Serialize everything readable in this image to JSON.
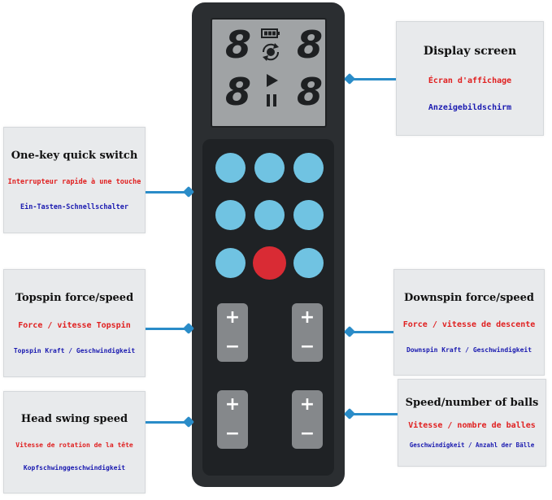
{
  "labels": {
    "display": {
      "title": "Display screen",
      "fr": "Écran d'affichage",
      "de": "Anzeigebildschirm"
    },
    "one_key": {
      "title": "One-key quick switch",
      "fr": "Interrupteur rapide à une touche",
      "de": "Ein-Tasten-Schnellschalter"
    },
    "topspin": {
      "title": "Topspin force/speed",
      "fr": "Force / vitesse Topspin",
      "de": "Topspin Kraft / Geschwindigkeit"
    },
    "downspin": {
      "title": "Downspin force/speed",
      "fr": "Force / vitesse de descente",
      "de": "Downspin Kraft / Geschwindigkeit"
    },
    "head_swing": {
      "title": "Head swing speed",
      "fr": "Vitesse de rotation de la tête",
      "de": "Kopfschwinggeschwindigkeit"
    },
    "balls": {
      "title": "Speed/number of balls",
      "fr": "Vitesse / nombre de balles",
      "de": "Geschwindigkeit / Anzahl der Bälle"
    }
  },
  "lcd": {
    "digit_tl": "8",
    "digit_tr": "8",
    "digit_bl": "8",
    "digit_br": "8"
  },
  "keys": {
    "plus": "+",
    "minus": "−"
  },
  "colors": {
    "connector": "#2a8cc8",
    "blue_button": "#70c3e2",
    "red_button": "#d92b34",
    "remote_body": "#2b2e31",
    "lcd": "#a0a3a5",
    "title_fr": "#e02020",
    "title_de": "#1a1ab0"
  }
}
